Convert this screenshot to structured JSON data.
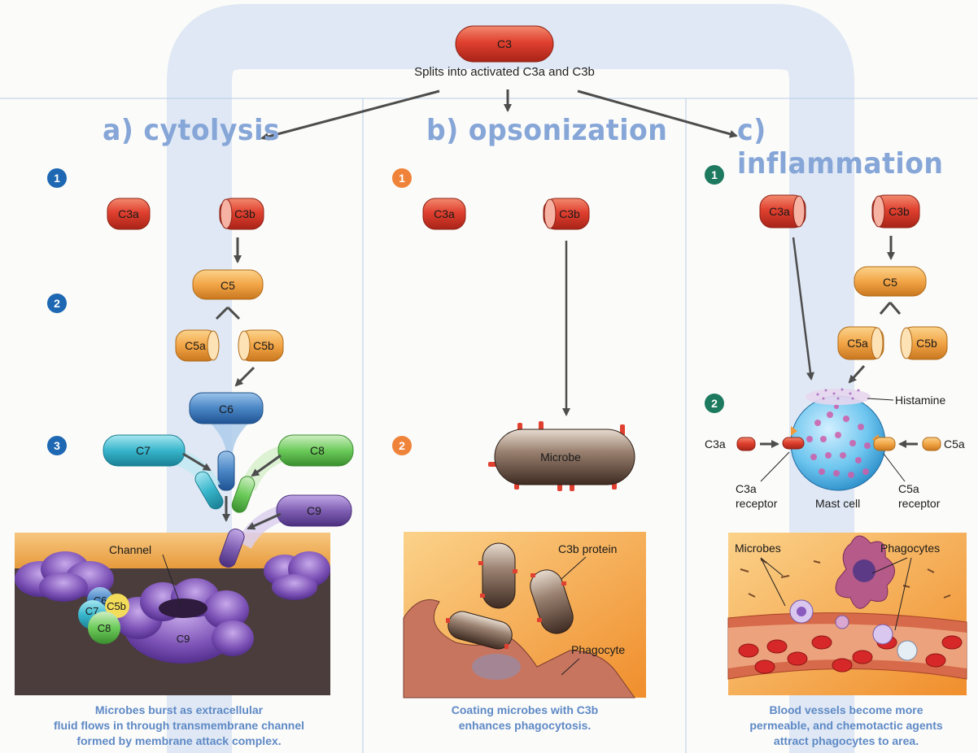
{
  "top": {
    "c3_label": "C3",
    "split_text": "Splits into activated C3a and C3b"
  },
  "panels": {
    "cytolysis": {
      "title": "a) cytolysis",
      "steps": [
        "1",
        "2",
        "3"
      ],
      "proteins": {
        "c3a": "C3a",
        "c3b": "C3b",
        "c5": "C5",
        "c5a": "C5a",
        "c5b": "C5b",
        "c6": "C6",
        "c7": "C7",
        "c8": "C8",
        "c9": "C9"
      },
      "channel_label": "Channel",
      "complex": {
        "c6": "C6",
        "c7": "C7",
        "c5b": "C5b",
        "c8": "C8",
        "c9": "C9"
      },
      "caption_lines": [
        "Microbes burst as extracellular",
        "fluid flows in through transmembrane channel",
        "formed by membrane attack complex."
      ]
    },
    "opsonization": {
      "title": "b) opsonization",
      "steps": [
        "1",
        "2"
      ],
      "proteins": {
        "c3a": "C3a",
        "c3b": "C3b"
      },
      "microbe_label": "Microbe",
      "c3b_protein_label": "C3b protein",
      "phagocyte_label": "Phagocyte",
      "caption_lines": [
        "Coating microbes with C3b",
        "enhances phagocytosis."
      ]
    },
    "inflammation": {
      "title": "c) inflammation",
      "steps": [
        "1",
        "2"
      ],
      "proteins": {
        "c3a": "C3a",
        "c3b": "C3b",
        "c5": "C5",
        "c5a": "C5a",
        "c5b": "C5b"
      },
      "histamine_label": "Histamine",
      "c3a_left": "C3a",
      "c5a_right": "C5a",
      "c3a_receptor_lines": [
        "C3a",
        "receptor"
      ],
      "mast_cell_label": "Mast cell",
      "c5a_receptor_lines": [
        "C5a",
        "receptor"
      ],
      "microbes_label": "Microbes",
      "phagocytes_label": "Phagocytes",
      "caption_lines": [
        "Blood vessels become more",
        "permeable, and chemotactic agents",
        "attract phagocytes to area."
      ]
    }
  },
  "colors": {
    "red": "#e0402f",
    "orange": "#f2a546",
    "blue": "#4a86c5",
    "teal": "#38b6cc",
    "green": "#6ccb5a",
    "purple": "#7f5fb3",
    "caption_blue": "#5e89c6"
  }
}
